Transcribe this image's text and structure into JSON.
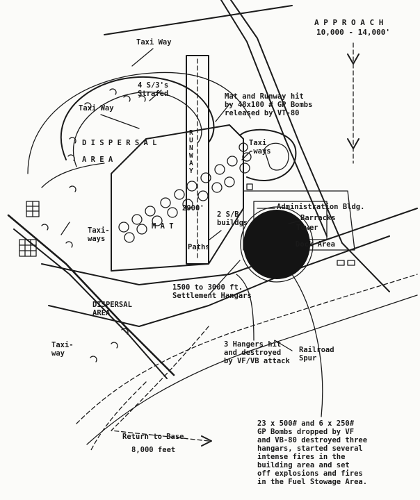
{
  "approach": {
    "title": "A P P R O A C H",
    "altitude": "10,000 - 14,000'"
  },
  "labels": {
    "taxi_way_top": "Taxi Way",
    "strafed": "4 S/3's\nStrafed",
    "mat_runway_hit": "Mat and Runway hit\nby 48x100 # GP Bombs\nreleased by VT-80",
    "taxi_way_left": "Taxi Way",
    "dispersal_area_upper": "D I S P E R S A L\n\nA R E A",
    "runway": "R\nU\nN\nW\nA\nY",
    "taxiways_right": "Taxi\n-ways",
    "administration": "Administration Bldg.",
    "barracks": "Barracks",
    "tower": "Tower",
    "dock_area": "Dock Area",
    "feet_2900": "2900'",
    "mat": "M A T",
    "two_bldgs": "2 S/B'\nbuildgs",
    "taxiways_left": "Taxi-\nways",
    "paths": "Paths",
    "settlement": "1500 to 3000 ft.\nSettlement Hangars",
    "dispersal_area_lower": "DISPERSAL\nAREA",
    "taxi_way_bottom": "Taxi-\nway",
    "hangars_hit": "3 Hangers hit\nand destroyed\nby VF/VB attack",
    "railroad": "Railroad\nSpur",
    "return": "Return to Base",
    "return_alt": "8,000 feet",
    "summary": "23 x 500# and 6 x 250#\nGP Bombs dropped by VF\nand VB-80 destroyed three\nhangars, started several\nintense fires in the\nbuilding area and set\noff explosions and fires\nin the Fuel Stowage Area."
  }
}
